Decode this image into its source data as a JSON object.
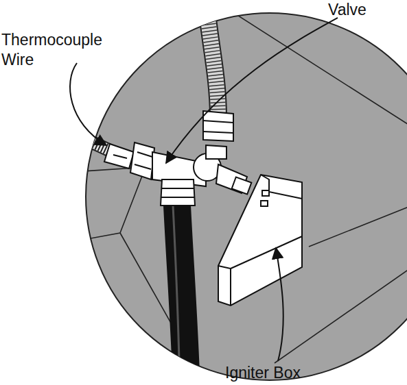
{
  "diagram": {
    "labels": [
      "Thermocouple Wire",
      "Valve",
      "Igniter Box"
    ]
  }
}
